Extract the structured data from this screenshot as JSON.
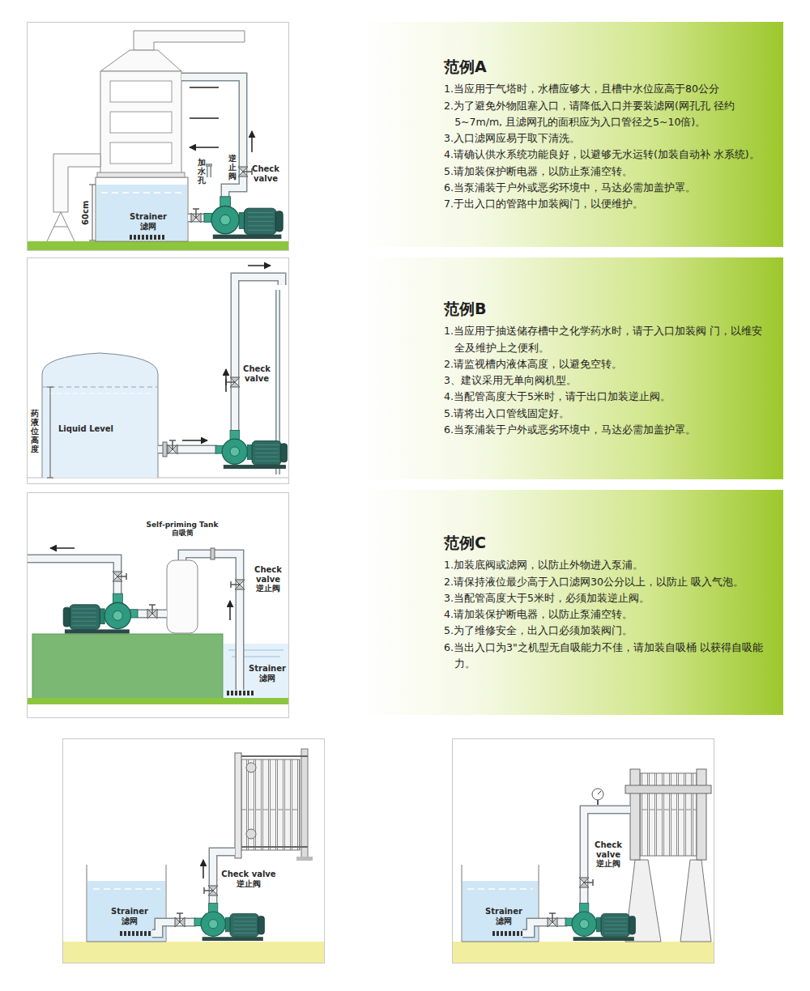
{
  "diagram": {
    "nodes": [
      {
        "text": [
          "范例A",
          "1.当应用于气塔时，水槽应够大，且槽中水位应高于80公分",
          "2.为了避免外物阻塞入口，请降低入口并要装滤网(网孔孔 径约5~7m/m, 且滤网孔的面积应为入口管径之5~10倍)。",
          "3.入口滤网应易于取下清洗。",
          "4.请确认供水系统功能良好，以避够无水运转(加装自动补 水系统)。",
          "5.请加装保护断电器，以防止泵浦空转。",
          "6.当泵浦装于户外或恶劣环境中，马达必需加盖护罩。",
          "7.于出入口的管路中加装阀门，以便维护。"
        ]
      },
      {
        "text": [
          "范例B",
          "1.当应用于抽送储存槽中之化学药水时，请于入口加装阀 门，以维安全及维护上之便利。",
          "2.请监视槽内液体高度，以避免空转。",
          "3、建议采用无单向阀机型。",
          "4.当配管高度大于5米时，请于出口加装逆止阀。",
          "5.请将出入口管线固定好。",
          "6.当泵浦装于户外或恶劣环境中，马达必需加盖护罩。"
        ]
      },
      {
        "text": [
          "范例C",
          "1.加装底阀或滤网，以防止外物进入泵浦。",
          "2.请保持液位最少高于入口滤网30公分以上，以防止 吸入气泡。",
          "3.当配管高度大于5米时，必须加装逆止阀。",
          "4.请加装保护断电器，以防止泵浦空转。",
          "5.为了维修安全，出入口必须加装阀门。",
          "6.当出入口为3\"之机型无自吸能力不佳，请加装自吸桶 以获得自吸能力。"
        ]
      }
    ],
    "labels": [
      "加水孔",
      "逆止阀",
      "Check valve",
      "60cm",
      "Strainer 滤网",
      "Check valve",
      "药液位高度",
      "Liquid Level",
      "Self-priming Tank 自吸筒",
      "Check valve 逆止阀",
      "Strainer 滤网",
      "Check valve 逆止阀",
      "Strainer 滤网",
      "Check valve 逆止阀",
      "Strainer 滤网"
    ]
  }
}
